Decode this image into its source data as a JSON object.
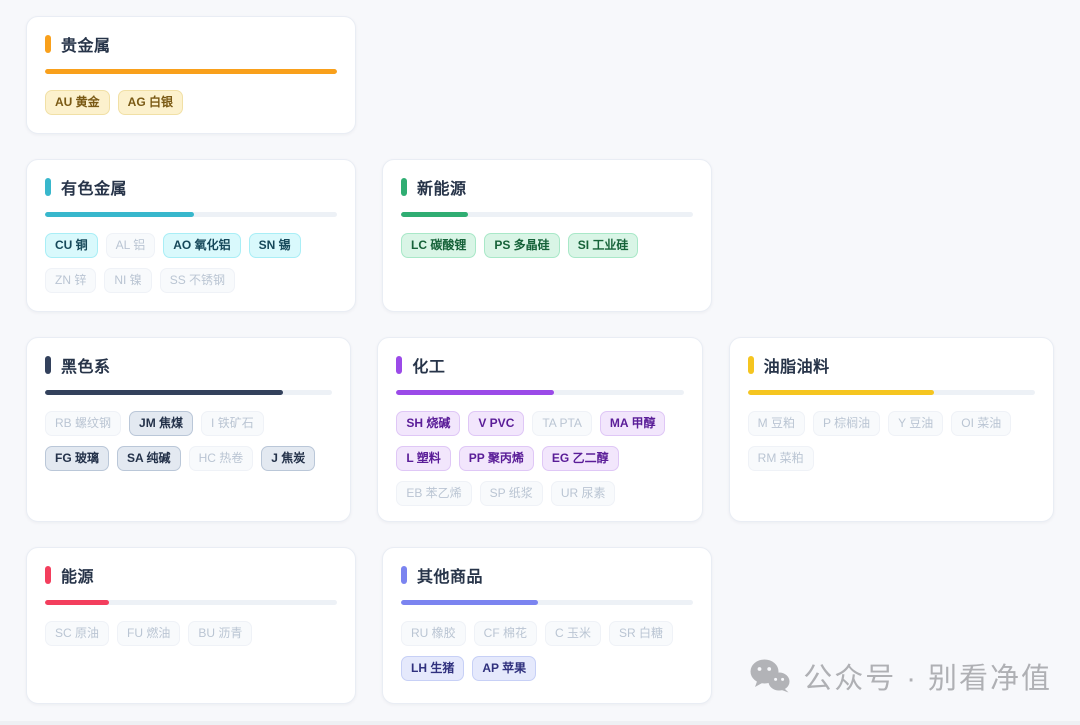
{
  "page": {
    "background": "#f7f8fb",
    "card_background": "#ffffff",
    "card_border": "#e9edf4",
    "title_color": "#273449",
    "progress_track_color": "#edf1f6",
    "inactive_chip": {
      "bg": "#f8fafc",
      "border": "#eff2f7",
      "text": "#bac5d3"
    }
  },
  "layout": {
    "rows": [
      {
        "height": 118,
        "card_indexes": [
          0
        ]
      },
      {
        "height": 153,
        "card_indexes": [
          1,
          2
        ]
      },
      {
        "height": 185,
        "card_indexes": [
          3,
          4,
          5
        ]
      },
      {
        "height": 157,
        "card_indexes": [
          6,
          7
        ]
      }
    ]
  },
  "cards": [
    {
      "title": "贵金属",
      "accent": "#f9a01b",
      "progress_percent": 100,
      "active_chip": {
        "bg": "#fcf1cd",
        "border": "#f1e0a6",
        "text": "#7a5a15"
      },
      "chips": [
        {
          "label": "AU 黄金",
          "active": true
        },
        {
          "label": "AG 白银",
          "active": true
        }
      ]
    },
    {
      "title": "有色金属",
      "accent": "#38b7cc",
      "progress_percent": 51,
      "active_chip": {
        "bg": "#d9f9fc",
        "border": "#a9eef6",
        "text": "#16485a"
      },
      "chips": [
        {
          "label": "CU 铜",
          "active": true
        },
        {
          "label": "AL 铝",
          "active": false
        },
        {
          "label": "AO 氧化铝",
          "active": true
        },
        {
          "label": "SN 锡",
          "active": true
        },
        {
          "label": "ZN 锌",
          "active": false
        },
        {
          "label": "NI 镍",
          "active": false
        },
        {
          "label": "SS 不锈钢",
          "active": false
        }
      ]
    },
    {
      "title": "新能源",
      "accent": "#2fad72",
      "progress_percent": 23,
      "active_chip": {
        "bg": "#d9f5e6",
        "border": "#a9e8c8",
        "text": "#166239"
      },
      "chips": [
        {
          "label": "LC 碳酸锂",
          "active": true
        },
        {
          "label": "PS 多晶硅",
          "active": true
        },
        {
          "label": "SI 工业硅",
          "active": true
        }
      ]
    },
    {
      "title": "黑色系",
      "accent": "#33415c",
      "progress_percent": 83,
      "active_chip": {
        "bg": "#e3e9f1",
        "border": "#bac7d8",
        "text": "#24324a"
      },
      "chips": [
        {
          "label": "RB 螺纹钢",
          "active": false
        },
        {
          "label": "JM 焦煤",
          "active": true
        },
        {
          "label": "I 铁矿石",
          "active": false
        },
        {
          "label": "FG 玻璃",
          "active": true
        },
        {
          "label": "SA 纯碱",
          "active": true
        },
        {
          "label": "HC 热卷",
          "active": false
        },
        {
          "label": "J 焦炭",
          "active": true
        }
      ]
    },
    {
      "title": "化工",
      "accent": "#9b4ae8",
      "progress_percent": 55,
      "active_chip": {
        "bg": "#f2e6fc",
        "border": "#dfc7f6",
        "text": "#5a1d98"
      },
      "chips": [
        {
          "label": "SH 烧碱",
          "active": true
        },
        {
          "label": "V PVC",
          "active": true
        },
        {
          "label": "TA PTA",
          "active": false
        },
        {
          "label": "MA 甲醇",
          "active": true
        },
        {
          "label": "L 塑料",
          "active": true
        },
        {
          "label": "PP 聚丙烯",
          "active": true
        },
        {
          "label": "EG 乙二醇",
          "active": true
        },
        {
          "label": "EB 苯乙烯",
          "active": false
        },
        {
          "label": "SP 纸浆",
          "active": false
        },
        {
          "label": "UR 尿素",
          "active": false
        }
      ]
    },
    {
      "title": "油脂油料",
      "accent": "#f5c520",
      "progress_percent": 65,
      "active_chip": {
        "bg": "#fcf1cd",
        "border": "#f1e0a6",
        "text": "#7a5a15"
      },
      "chips": [
        {
          "label": "M 豆粕",
          "active": false
        },
        {
          "label": "P 棕榈油",
          "active": false
        },
        {
          "label": "Y 豆油",
          "active": false
        },
        {
          "label": "OI 菜油",
          "active": false
        },
        {
          "label": "RM 菜粕",
          "active": false
        }
      ]
    },
    {
      "title": "能源",
      "accent": "#f33e5d",
      "progress_percent": 22,
      "active_chip": {
        "bg": "#fde2e7",
        "border": "#f9bcc8",
        "text": "#881d33"
      },
      "chips": [
        {
          "label": "SC 原油",
          "active": false
        },
        {
          "label": "FU 燃油",
          "active": false
        },
        {
          "label": "BU 沥青",
          "active": false
        }
      ]
    },
    {
      "title": "其他商品",
      "accent": "#7b84f0",
      "progress_percent": 47,
      "active_chip": {
        "bg": "#e5e9fc",
        "border": "#c7d0f6",
        "text": "#30317e"
      },
      "chips": [
        {
          "label": "RU 橡胶",
          "active": false
        },
        {
          "label": "CF 棉花",
          "active": false
        },
        {
          "label": "C 玉米",
          "active": false
        },
        {
          "label": "SR 白糖",
          "active": false
        },
        {
          "label": "LH 生猪",
          "active": true
        },
        {
          "label": "AP 苹果",
          "active": true
        }
      ]
    }
  ],
  "watermark": {
    "icon": "wechat-icon",
    "text": "公众号 · 别看净值",
    "color": "#afb0b4"
  }
}
